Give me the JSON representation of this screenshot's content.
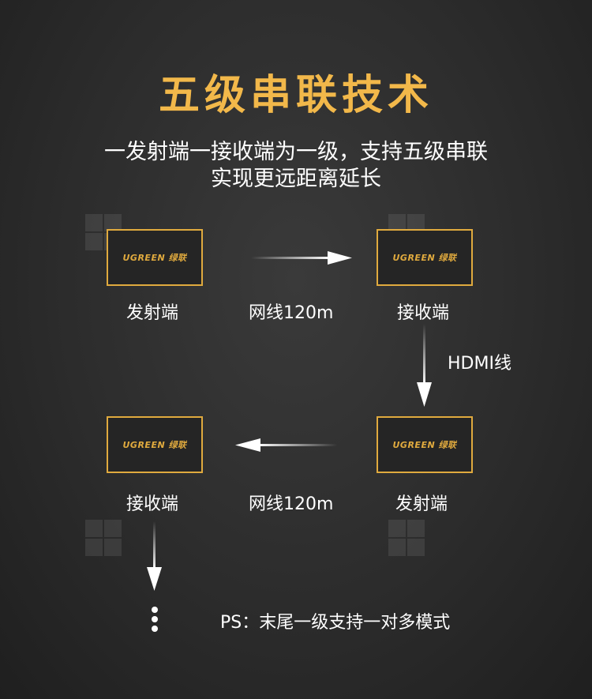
{
  "title": "五级串联技术",
  "subtitle_line1": "一发射端一接收端为一级，支持五级串联",
  "subtitle_line2": "实现更远距离延长",
  "device_logo": "UGREEN 绿联",
  "row1": {
    "left_label": "发射端",
    "middle_label": "网线120m",
    "right_label": "接收端"
  },
  "vertical_label": "HDMI线",
  "row2": {
    "left_label": "接收端",
    "middle_label": "网线120m",
    "right_label": "发射端"
  },
  "note": "PS：末尾一级支持一对多模式",
  "colors": {
    "accent": "#f2b84a",
    "border": "#e0aa3e",
    "background": "#2c2c2c"
  }
}
